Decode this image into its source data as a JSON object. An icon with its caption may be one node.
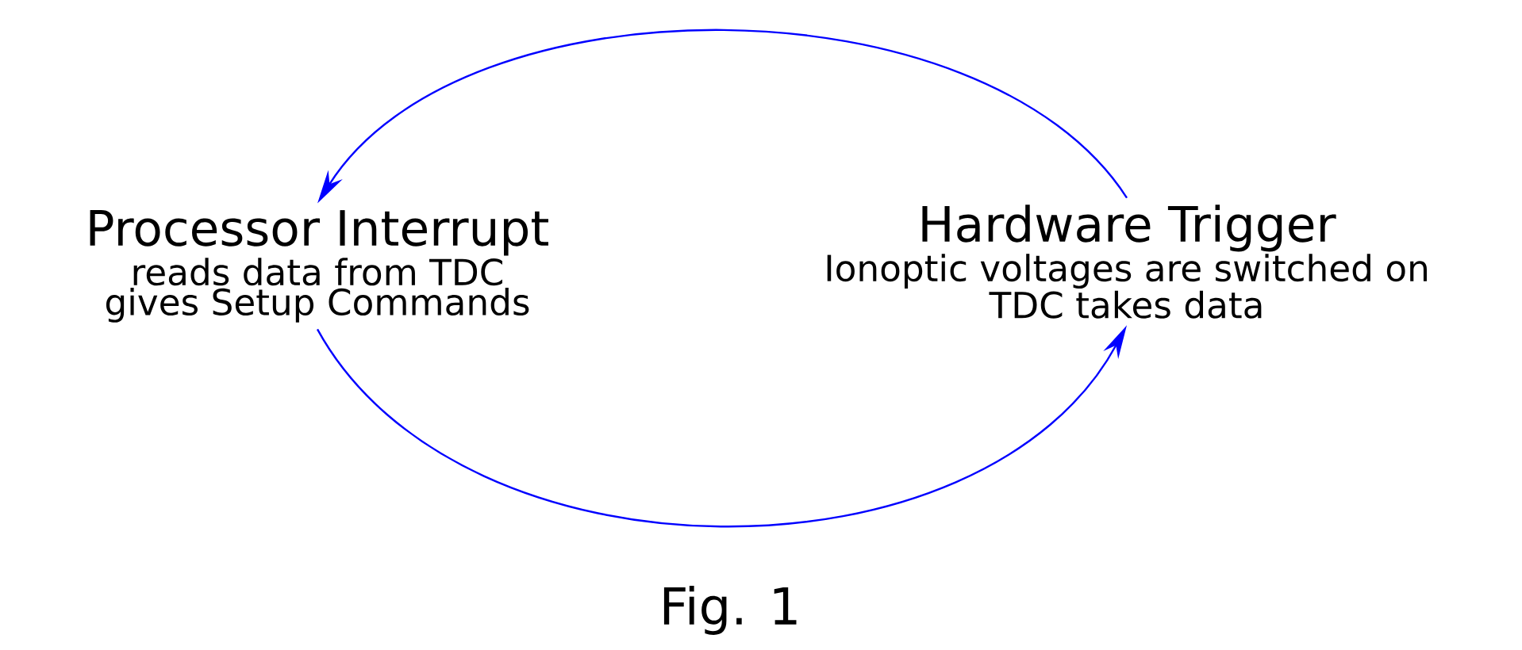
{
  "diagram": {
    "nodes": [
      {
        "text": [
          "Processor   Interrupt",
          "reads data from TDC",
          "gives Setup Commands"
        ]
      },
      {
        "text": [
          "Hardware Trigger",
          "Ionoptic voltages are switched on",
          "TDC takes data"
        ]
      }
    ],
    "edges": [
      {
        "from": 1,
        "to": 0,
        "arrow": "to",
        "color": "#0000ff"
      },
      {
        "from": 0,
        "to": 1,
        "arrow": "to",
        "color": "#0000ff"
      }
    ],
    "labels": [
      "Fig. 1"
    ]
  }
}
